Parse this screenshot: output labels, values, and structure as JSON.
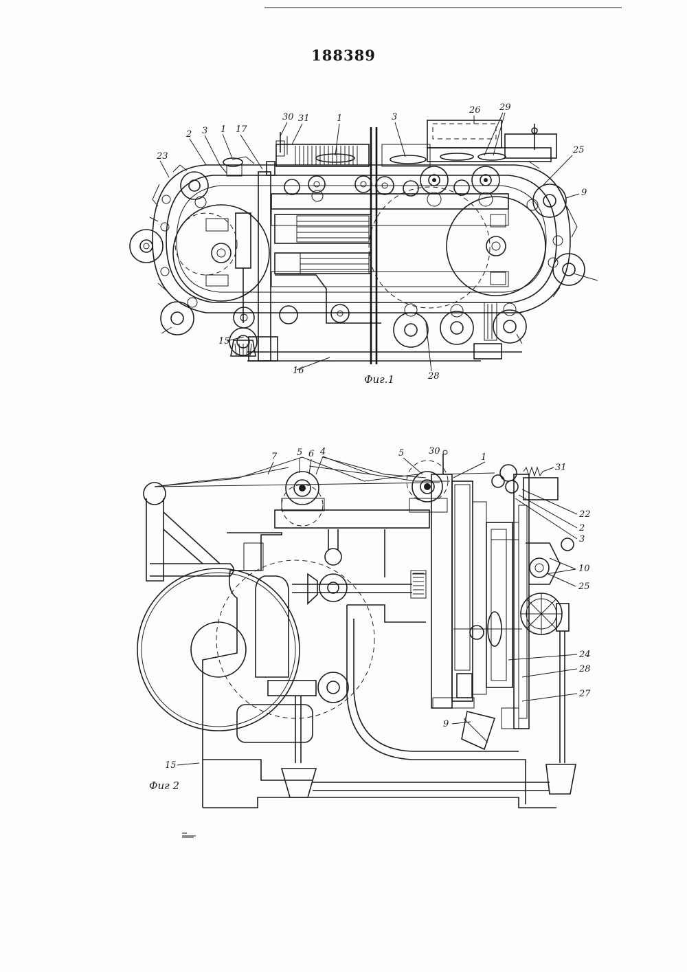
{
  "document": {
    "patent_number": "188389",
    "figures": [
      {
        "caption": "Фиг.1",
        "labels": [
          "30",
          "31",
          "1",
          "3",
          "26",
          "29",
          "2",
          "3",
          "1",
          "17",
          "23",
          "25",
          "9",
          "15",
          "16",
          "28"
        ]
      },
      {
        "caption": "Фиг 2",
        "labels": [
          "7",
          "5",
          "6",
          "4",
          "5",
          "30",
          "1",
          "31",
          "22",
          "2",
          "3",
          "10",
          "25",
          "24",
          "28",
          "27",
          "9",
          "15"
        ]
      }
    ]
  }
}
